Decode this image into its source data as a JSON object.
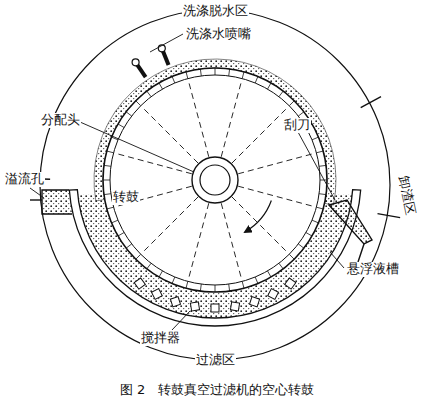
{
  "diagram": {
    "caption": "图 2　转鼓真空过滤机的空心转鼓",
    "labels": [
      "洗涤脱水区",
      "洗涤水喷嘴",
      "分配头",
      "刮刀",
      "溢流孔",
      "转鼓",
      "卸渣区",
      "悬浮液槽",
      "搅拌器",
      "过滤区"
    ]
  }
}
